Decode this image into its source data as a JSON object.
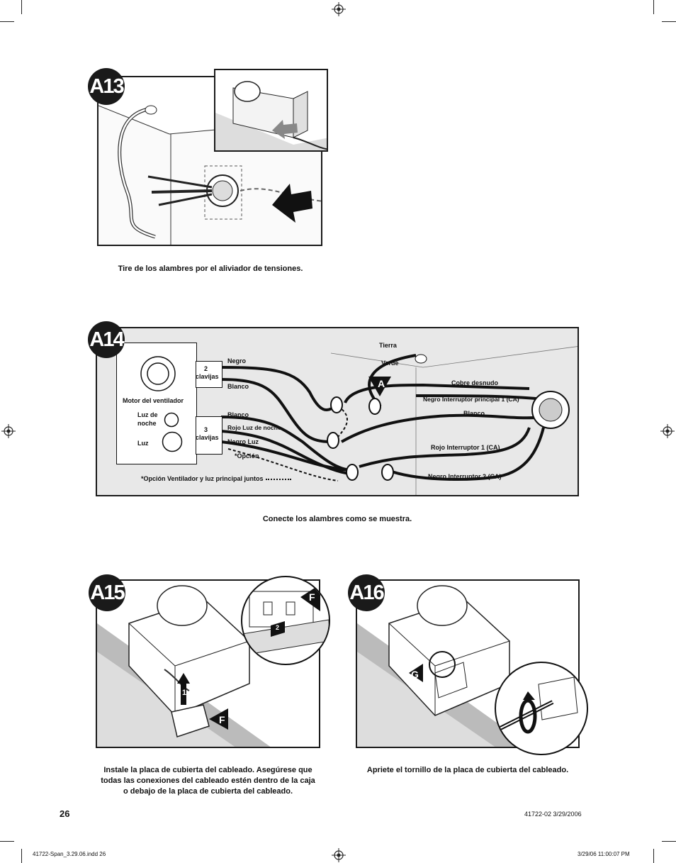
{
  "steps": {
    "a13": {
      "badge": "A13",
      "caption": "Tire de los alambres por el aliviador de tensiones."
    },
    "a14": {
      "badge": "A14",
      "caption": "Conecte los alambres como se muestra.",
      "labels": {
        "motor": "Motor del ventilador",
        "night_light": "Luz de noche",
        "light": "Luz",
        "plug2_num": "2",
        "plug2_word": "clavijas",
        "plug3_num": "3",
        "plug3_word": "clavijas",
        "negro_top": "Negro",
        "blanco_top": "Blanco",
        "blanco_mid": "Blanco",
        "rojo_luz_noche": "Rojo   Luz de noche",
        "negro_luz": "Negro   Luz",
        "opcion": "*Opción",
        "opcion_note": "*Opción Ventilador y luz principal juntos",
        "tierra": "Tierra",
        "verde": "Verde",
        "cobre": "Cobre desnudo",
        "negro_int_principal": "Negro   Interruptor principal 1 (CA)",
        "blanco_right": "Blanco",
        "rojo_int1": "Rojo    Interruptor 1 (CA)",
        "negro_int2": "Negro    Interruptor 2 (CA)",
        "marker_a": "A"
      }
    },
    "a15": {
      "badge": "A15",
      "caption_lines": [
        "Instale la placa de cubierta del cableado. Asegúrese que",
        "todas las conexiones del cableado estén dentro de la caja",
        "o debajo de la placa de cubierta del cableado."
      ],
      "marker_f": "F",
      "marker_1": "1",
      "marker_2": "2"
    },
    "a16": {
      "badge": "A16",
      "caption": "Apriete el tornillo de la placa de cubierta del cableado.",
      "marker_g": "G"
    }
  },
  "footer": {
    "page_number": "26",
    "doc_code": "41722-02   3/29/2006",
    "file_name": "41722-Span_3.29.06.indd   26",
    "timestamp": "3/29/06   11:00:07 PM"
  }
}
